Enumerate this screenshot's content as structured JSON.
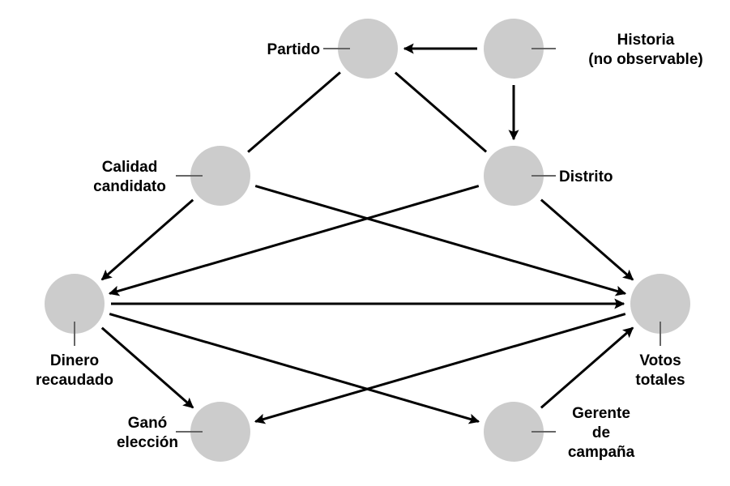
{
  "diagram": {
    "type": "causal-dag",
    "node_color": "#cccccc",
    "edge_color": "#000000",
    "leader_color": "#666666",
    "nodes": [
      {
        "id": "partido",
        "label_lines": [
          "Partido"
        ]
      },
      {
        "id": "historia",
        "label_lines": [
          "Historia",
          "(no observable)"
        ]
      },
      {
        "id": "calidad",
        "label_lines": [
          "Calidad",
          "candidato"
        ]
      },
      {
        "id": "distrito",
        "label_lines": [
          "Distrito"
        ]
      },
      {
        "id": "dinero",
        "label_lines": [
          "Dinero",
          "recaudado"
        ]
      },
      {
        "id": "votos",
        "label_lines": [
          "Votos",
          "totales"
        ]
      },
      {
        "id": "gano",
        "label_lines": [
          "Ganó",
          "elección"
        ]
      },
      {
        "id": "gerente",
        "label_lines": [
          "Gerente",
          "de",
          "campaña"
        ]
      }
    ],
    "edges": [
      {
        "from": "historia",
        "to": "partido",
        "directed": true
      },
      {
        "from": "historia",
        "to": "distrito",
        "directed": true
      },
      {
        "from": "partido",
        "to": "calidad",
        "directed": false
      },
      {
        "from": "partido",
        "to": "distrito",
        "directed": false
      },
      {
        "from": "calidad",
        "to": "dinero",
        "directed": true
      },
      {
        "from": "calidad",
        "to": "votos",
        "directed": true
      },
      {
        "from": "distrito",
        "to": "dinero",
        "directed": true
      },
      {
        "from": "distrito",
        "to": "votos",
        "directed": true
      },
      {
        "from": "dinero",
        "to": "votos",
        "directed": true
      },
      {
        "from": "dinero",
        "to": "gano",
        "directed": true
      },
      {
        "from": "dinero",
        "to": "gerente",
        "directed": true
      },
      {
        "from": "votos",
        "to": "gano",
        "directed": true
      },
      {
        "from": "gerente",
        "to": "votos",
        "directed": true
      }
    ]
  }
}
